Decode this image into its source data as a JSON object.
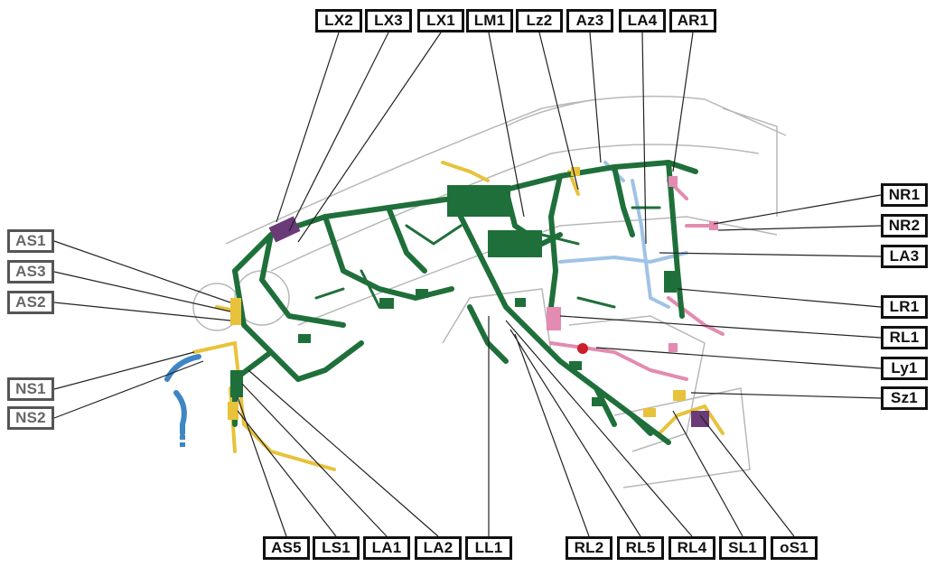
{
  "labels": {
    "top": [
      "LX2",
      "LX3",
      "LX1",
      "LM1",
      "Lz2",
      "Az3",
      "LA4",
      "AR1"
    ],
    "left": [
      "AS1",
      "AS3",
      "AS2",
      "NS1",
      "NS2"
    ],
    "right": [
      "NR1",
      "NR2",
      "LA3",
      "LR1",
      "RL1",
      "Ly1",
      "Sz1"
    ],
    "bottom": [
      "AS5",
      "LS1",
      "LA1",
      "LA2",
      "LL1",
      "RL2",
      "RL5",
      "RL4",
      "SL1",
      "oS1"
    ]
  },
  "colors": {
    "harness_main": "#1f6f3a",
    "harness_yellow": "#e8c23a",
    "harness_blue": "#3f86c4",
    "harness_lightblue": "#9fc3e6",
    "harness_pink": "#e38bb0",
    "harness_purple": "#6b3a78",
    "outline": "#b8b8b8"
  }
}
